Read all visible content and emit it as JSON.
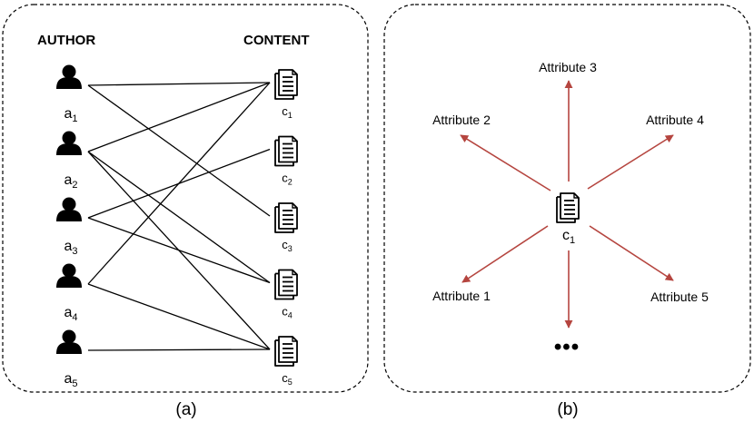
{
  "panel_a": {
    "author_header": "AUTHOR",
    "content_header": "CONTENT",
    "authors": [
      {
        "base": "a",
        "sub": "1"
      },
      {
        "base": "a",
        "sub": "2"
      },
      {
        "base": "a",
        "sub": "3"
      },
      {
        "base": "a",
        "sub": "4"
      },
      {
        "base": "a",
        "sub": "5"
      }
    ],
    "contents": [
      {
        "base": "c",
        "sub": "1"
      },
      {
        "base": "c",
        "sub": "2"
      },
      {
        "base": "c",
        "sub": "3"
      },
      {
        "base": "c",
        "sub": "4"
      },
      {
        "base": "c",
        "sub": "5"
      }
    ],
    "links": [
      [
        1,
        1
      ],
      [
        1,
        3
      ],
      [
        2,
        1
      ],
      [
        2,
        4
      ],
      [
        2,
        5
      ],
      [
        3,
        2
      ],
      [
        3,
        4
      ],
      [
        4,
        1
      ],
      [
        4,
        5
      ],
      [
        5,
        5
      ]
    ],
    "caption": "(a)"
  },
  "panel_b": {
    "center": {
      "base": "c",
      "sub": "1"
    },
    "attributes": [
      "Attribute 3",
      "Attribute 2",
      "Attribute 4",
      "Attribute 1",
      "Attribute 5"
    ],
    "more": "•••",
    "arrow_color": "#b5453f",
    "caption": "(b)"
  },
  "icons": [
    "person-icon",
    "document-icon"
  ]
}
